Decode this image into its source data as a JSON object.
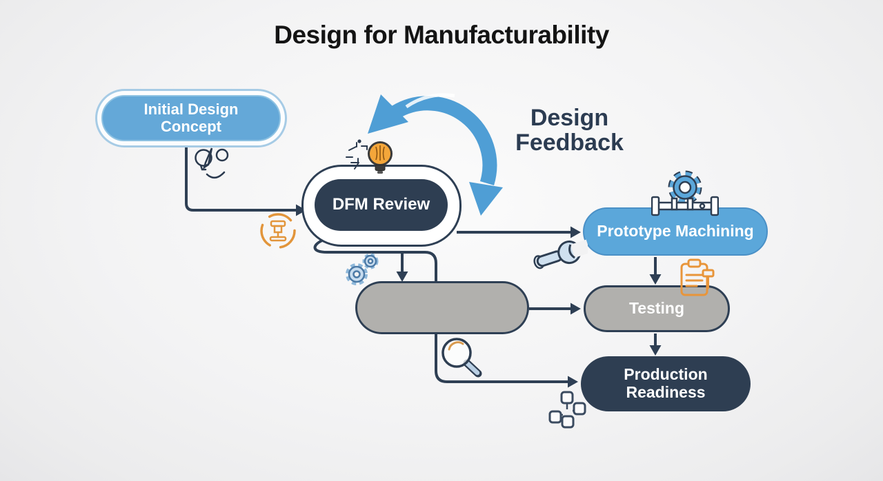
{
  "title": "Design for Manufacturability",
  "diagram": {
    "nodes": {
      "initial_design": {
        "line1": "Initial Design",
        "line2": "Concept",
        "fill": "#64a8d8",
        "border": "#a6cbe5"
      },
      "dfm_review": {
        "label": "DFM Review",
        "fill": "#2e3e52",
        "outline": "#2e3f54"
      },
      "prototype_machining": {
        "label": "Prototype Machining",
        "fill": "#5ba7da"
      },
      "unlabeled_step": {
        "label": "",
        "fill": "#b1b0ad"
      },
      "testing": {
        "label": "Testing",
        "fill": "#b1b0ad"
      },
      "production_readiness": {
        "line1": "Production",
        "line2": "Readiness",
        "fill": "#2e3e52"
      }
    },
    "annotation": {
      "line1": "Design",
      "line2": "Feedback"
    },
    "edges": [
      {
        "from": "initial_design",
        "to": "dfm_review"
      },
      {
        "from": "dfm_review",
        "to": "prototype_machining"
      },
      {
        "from": "dfm_review",
        "to": "unlabeled_step"
      },
      {
        "from": "dfm_review",
        "to": "production_readiness"
      },
      {
        "from": "prototype_machining",
        "to": "testing"
      },
      {
        "from": "unlabeled_step",
        "to": "testing"
      },
      {
        "from": "testing",
        "to": "production_readiness"
      },
      {
        "from": "dfm_review",
        "to": "dfm_review",
        "note": "design feedback cycle arrow"
      }
    ],
    "icons": {
      "sketch-idea-icon": "lightbulb sketch with pencil below Initial Design Concept",
      "machining-cycle-icon": "orange circular-arrow with milling machine",
      "lightbulb-icon": "orange idea bulb with sketch marks above DFM Review",
      "gears-icon": "light blue gear pair beside unlabeled step",
      "wrench-icon": "light blue socket wrench beside Prototype Machining",
      "gear-caliper-icon": "blue gear over caliper above Prototype Machining",
      "checklist-icon": "orange clipboard beside Testing",
      "magnifier-icon": "magnifying glass on line to Production Readiness",
      "modules-icon": "linked boxes beside Production Readiness"
    },
    "colors": {
      "line": "#2e3f54",
      "cycle_arrow_blue": "#4f9ed5",
      "accent_blue": "#5ba7da",
      "dark_navy": "#2e3e52",
      "gray": "#b1b0ad",
      "orange": "#e8953a",
      "background": "#f2f2f3",
      "title_text": "#141414"
    }
  }
}
